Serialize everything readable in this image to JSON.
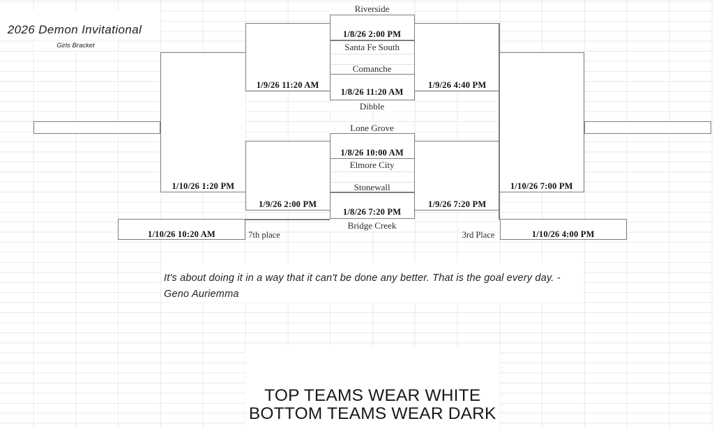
{
  "app": {
    "title": "2026 Demon Invitational",
    "subtitle": "Girls Bracket"
  },
  "bracket": {
    "first_round": [
      {
        "top_team": "Riverside",
        "time": "1/8/26 2:00 PM",
        "bottom_team": "Santa Fe South"
      },
      {
        "top_team": "Comanche",
        "time": "1/8/26 11:20 AM",
        "bottom_team": "Dibble"
      },
      {
        "top_team": "Lone Grove",
        "time": "1/8/26 10:00 AM",
        "bottom_team": "Elmore City"
      },
      {
        "top_team": "Stonewall",
        "time": "1/8/26 7:20 PM",
        "bottom_team": "Bridge Creek"
      }
    ],
    "left_semifinals": [
      {
        "time": "1/9/26 11:20 AM"
      },
      {
        "time": "1/9/26 2:00 PM"
      }
    ],
    "right_semifinals": [
      {
        "time": "1/9/26 4:40 PM"
      },
      {
        "time": "1/9/26 7:20 PM"
      }
    ],
    "left_final": {
      "time": "1/10/26 1:20 PM"
    },
    "right_final": {
      "time": "1/10/26 7:00 PM"
    },
    "seventh_place": {
      "time": "1/10/26 10:20 AM",
      "label": "7th place"
    },
    "third_place": {
      "time": "1/10/26 4:00 PM",
      "label": "3rd Place"
    }
  },
  "quote": {
    "line1": "It's about doing it in a way that it can't be done any better. That is the goal every day.  -",
    "line2": "Geno Auriemma"
  },
  "notice": {
    "line1": "TOP TEAMS WEAR WHITE",
    "line2": "BOTTOM TEAMS WEAR DARK"
  },
  "colors": {
    "border": "#7d7d7d",
    "gridline": "#e9e9e9",
    "text": "#1f1f1f",
    "background": "#ffffff"
  }
}
